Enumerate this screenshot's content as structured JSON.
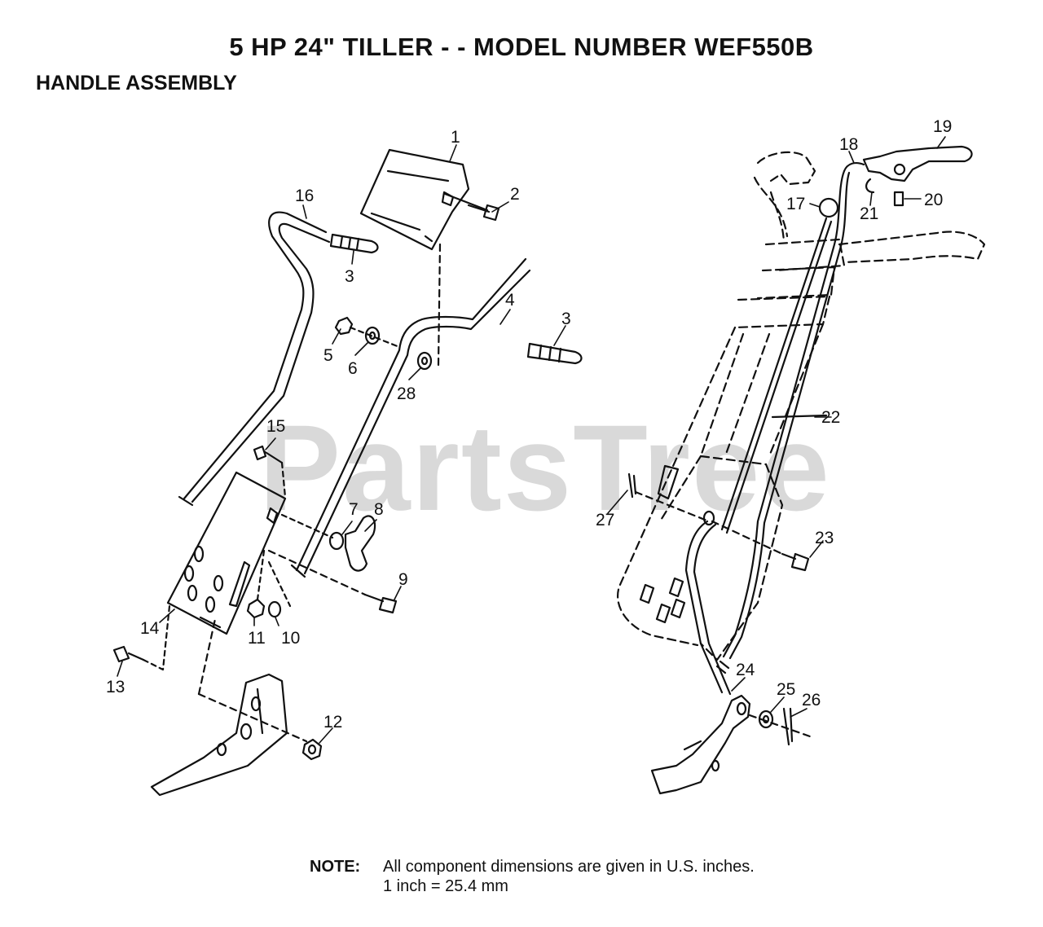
{
  "header": {
    "title": "5 HP 24\" TILLER - - MODEL NUMBER WEF550B",
    "subtitle": "HANDLE ASSEMBLY"
  },
  "watermark": "PartsTree",
  "note": {
    "label": "NOTE:",
    "line1": "All component dimensions are given in U.S. inches.",
    "line2": "1 inch = 25.4 mm"
  },
  "callouts": [
    {
      "id": "c1",
      "label": "1"
    },
    {
      "id": "c2",
      "label": "2"
    },
    {
      "id": "c3a",
      "label": "3"
    },
    {
      "id": "c3b",
      "label": "3"
    },
    {
      "id": "c4",
      "label": "4"
    },
    {
      "id": "c5",
      "label": "5"
    },
    {
      "id": "c6",
      "label": "6"
    },
    {
      "id": "c7",
      "label": "7"
    },
    {
      "id": "c8",
      "label": "8"
    },
    {
      "id": "c9",
      "label": "9"
    },
    {
      "id": "c10",
      "label": "10"
    },
    {
      "id": "c11",
      "label": "11"
    },
    {
      "id": "c12",
      "label": "12"
    },
    {
      "id": "c13",
      "label": "13"
    },
    {
      "id": "c14",
      "label": "14"
    },
    {
      "id": "c15",
      "label": "15"
    },
    {
      "id": "c16",
      "label": "16"
    },
    {
      "id": "c17",
      "label": "17"
    },
    {
      "id": "c18",
      "label": "18"
    },
    {
      "id": "c19",
      "label": "19"
    },
    {
      "id": "c20",
      "label": "20"
    },
    {
      "id": "c21",
      "label": "21"
    },
    {
      "id": "c22",
      "label": "22"
    },
    {
      "id": "c23",
      "label": "23"
    },
    {
      "id": "c24",
      "label": "24"
    },
    {
      "id": "c25",
      "label": "25"
    },
    {
      "id": "c26",
      "label": "26"
    },
    {
      "id": "c27",
      "label": "27"
    },
    {
      "id": "c28",
      "label": "28"
    }
  ]
}
